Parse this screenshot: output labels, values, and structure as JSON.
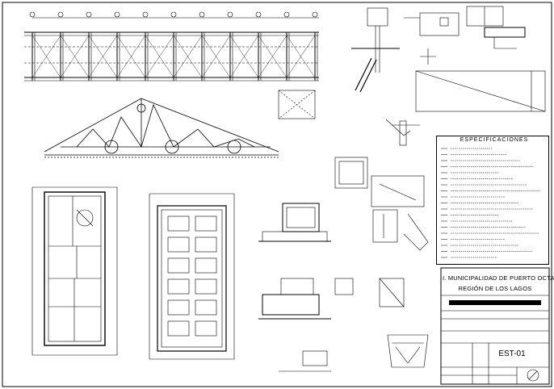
{
  "title_block": {
    "line1": "I. MUNICIPALIDAD DE PUERTO OCTAY",
    "line2": "REGIÓN DE LOS LAGOS",
    "sheet_code": "EST-01"
  },
  "specifications": {
    "title": "ESPECIFICACIONES"
  },
  "icons": {
    "north": "north-arrow-icon"
  }
}
